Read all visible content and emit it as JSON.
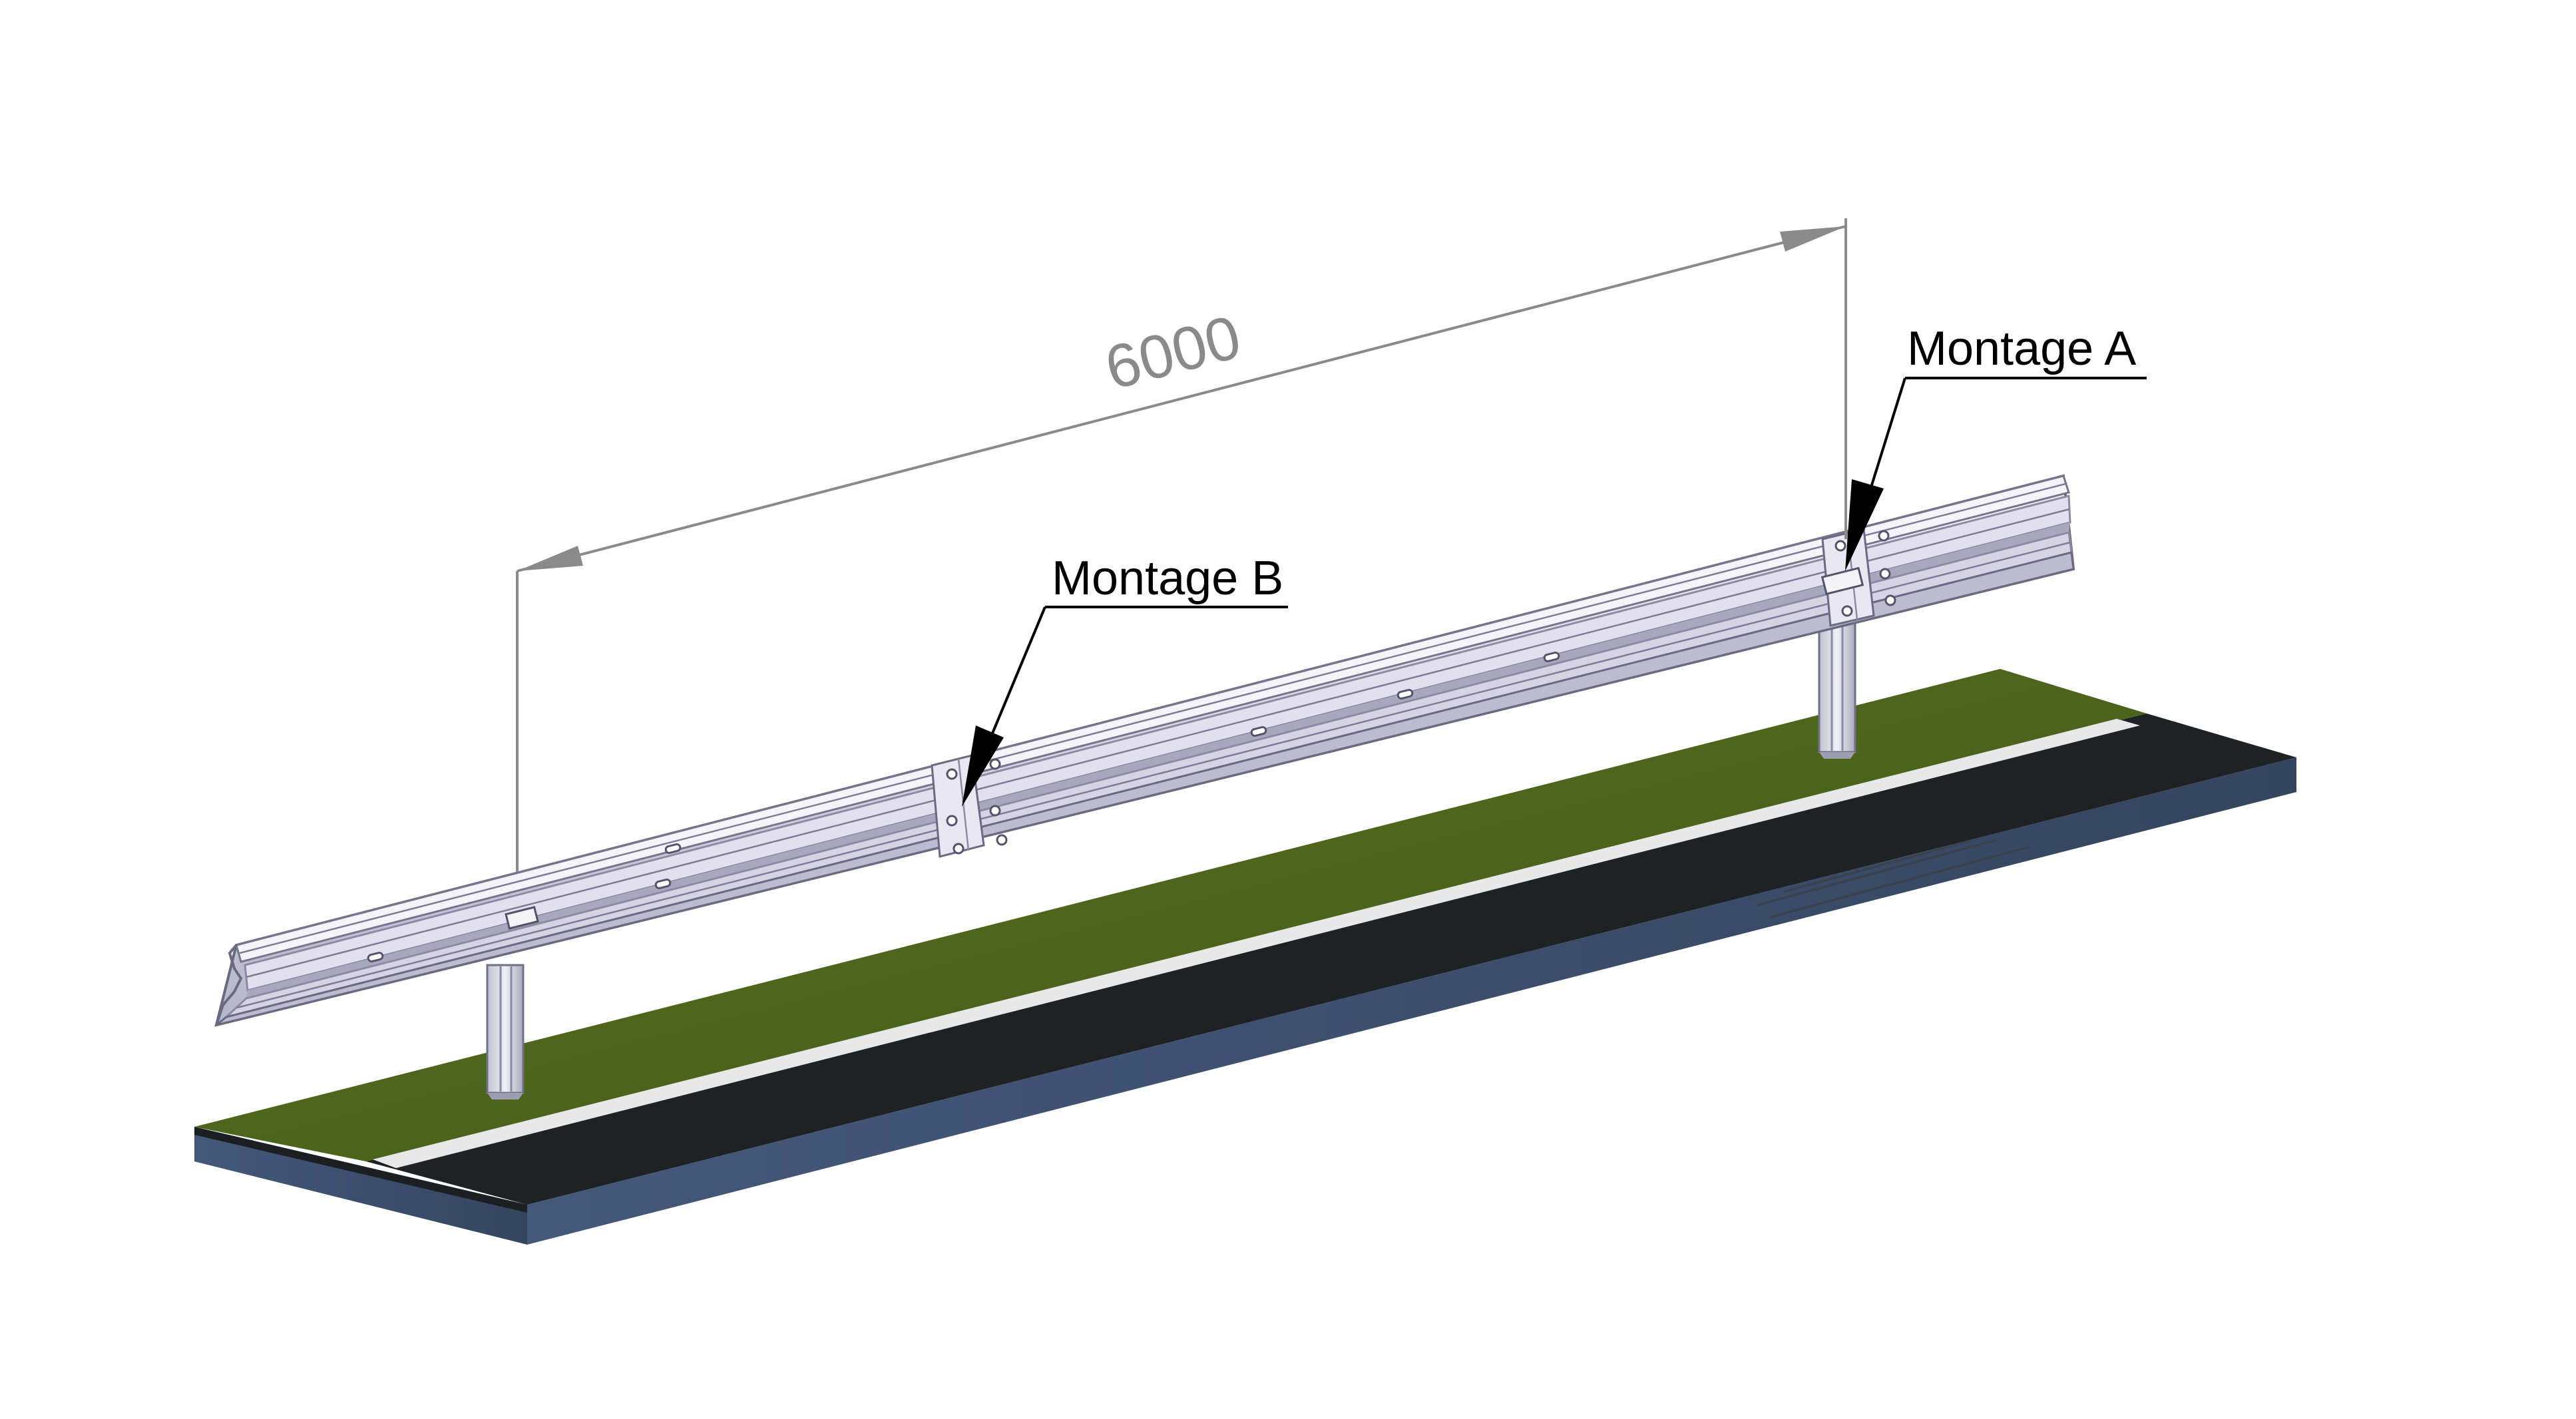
{
  "dimension": {
    "value": "6000",
    "color": "#8a8a8a"
  },
  "callouts": [
    {
      "label": "Montage A"
    },
    {
      "label": "Montage B"
    }
  ],
  "colors": {
    "grass": "#4f6a1f",
    "grass_dark": "#36480f",
    "asphalt": "#1e2224",
    "lane_marking": "#e8e8e8",
    "slab_side": "#3c4f6e",
    "rail_light": "#eceaf5",
    "rail_mid": "#c9c7d9",
    "rail_dark": "#8f8da6",
    "post": "#dcdde6",
    "leader": "#000000"
  },
  "icons": {
    "arrow_head": "filled-triangle",
    "bolt_hole": "slot-oval"
  }
}
